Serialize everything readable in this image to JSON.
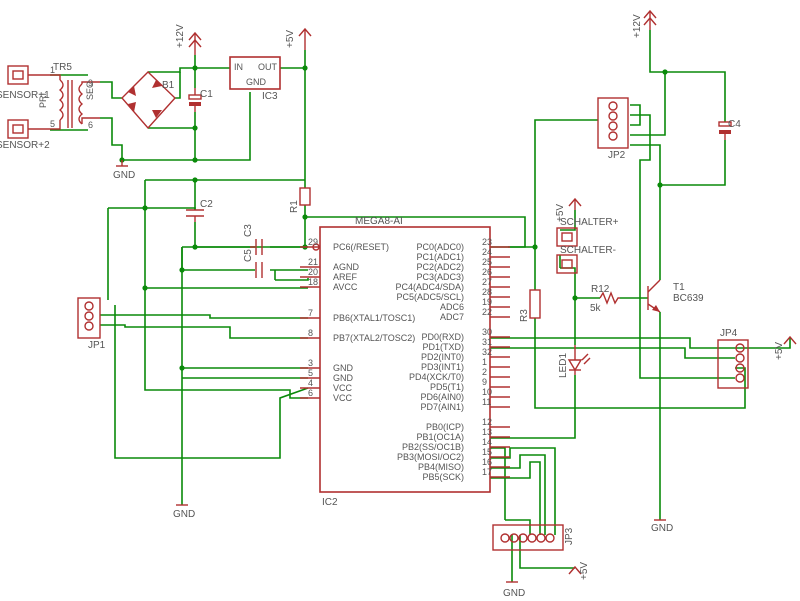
{
  "colors": {
    "wire": "#0a8a0a",
    "symbol": "#b03030",
    "text": "#555555"
  },
  "ic2": {
    "label": "MEGA8-AI",
    "name": "IC2",
    "left_pins": [
      {
        "num": "29",
        "name": "PC6(/RESET)"
      },
      {
        "num": "21",
        "name": "AGND"
      },
      {
        "num": "20",
        "name": "AREF"
      },
      {
        "num": "18",
        "name": "AVCC"
      },
      {
        "num": "7",
        "name": "PB6(XTAL1/TOSC1)"
      },
      {
        "num": "8",
        "name": "PB7(XTAL2/TOSC2)"
      },
      {
        "num": "3",
        "name": "GND"
      },
      {
        "num": "5",
        "name": "GND"
      },
      {
        "num": "4",
        "name": "VCC"
      },
      {
        "num": "6",
        "name": "VCC"
      }
    ],
    "right_pins": [
      {
        "num": "23",
        "name": "PC0(ADC0)"
      },
      {
        "num": "24",
        "name": "PC1(ADC1)"
      },
      {
        "num": "25",
        "name": "PC2(ADC2)"
      },
      {
        "num": "26",
        "name": "PC3(ADC3)"
      },
      {
        "num": "27",
        "name": "PC4(ADC4/SDA)"
      },
      {
        "num": "28",
        "name": "PC5(ADC5/SCL)"
      },
      {
        "num": "19",
        "name": "ADC6"
      },
      {
        "num": "22",
        "name": "ADC7"
      },
      {
        "num": "30",
        "name": "PD0(RXD)"
      },
      {
        "num": "31",
        "name": "PD1(TXD)"
      },
      {
        "num": "32",
        "name": "PD2(INT0)"
      },
      {
        "num": "1",
        "name": "PD3(INT1)"
      },
      {
        "num": "2",
        "name": "PD4(XCK/T0)"
      },
      {
        "num": "9",
        "name": "PD5(T1)"
      },
      {
        "num": "10",
        "name": "PD6(AIN0)"
      },
      {
        "num": "11",
        "name": "PD7(AIN1)"
      },
      {
        "num": "12",
        "name": "PB0(ICP)"
      },
      {
        "num": "13",
        "name": "PB1(OC1A)"
      },
      {
        "num": "14",
        "name": "PB2(SS/OC1B)"
      },
      {
        "num": "15",
        "name": "PB3(MOSI/OC2)"
      },
      {
        "num": "16",
        "name": "PB4(MISO)"
      },
      {
        "num": "17",
        "name": "PB5(SCK)"
      }
    ]
  },
  "labels": {
    "tr5": "TR5",
    "pri": "PRI",
    "sec": "SEC",
    "tr_pin1": "1",
    "tr_pin5": "5",
    "tr_pin9": "9",
    "tr_pin6": "6",
    "sensor1": "SENSOR+1",
    "sensor2": "SENSOR+2",
    "b1": "B1",
    "c1": "C1",
    "ic3": "IC3",
    "ic3_in": "IN",
    "ic3_out": "OUT",
    "ic3_gnd": "GND",
    "v12_a": "+12V",
    "v5_a": "+5V",
    "gnd_a": "GND",
    "c2": "C2",
    "r1": "R1",
    "c3": "C3",
    "c5": "C5",
    "jp1": "JP1",
    "gnd_b": "GND",
    "jp2": "JP2",
    "c4": "C4",
    "v12_b": "+12V",
    "v5_b": "+5V",
    "schalter_plus": "SCHALTER+",
    "schalter_minus": "SCHALTER-",
    "r3": "R3",
    "led1": "LED1",
    "r12": "R12",
    "r12_val": "5k",
    "t1": "T1",
    "t1_type": "BC639",
    "jp4": "JP4",
    "v5_c": "+5V",
    "gnd_c": "GND",
    "jp3": "JP3",
    "v5_d": "+5V",
    "gnd_d": "GND"
  }
}
